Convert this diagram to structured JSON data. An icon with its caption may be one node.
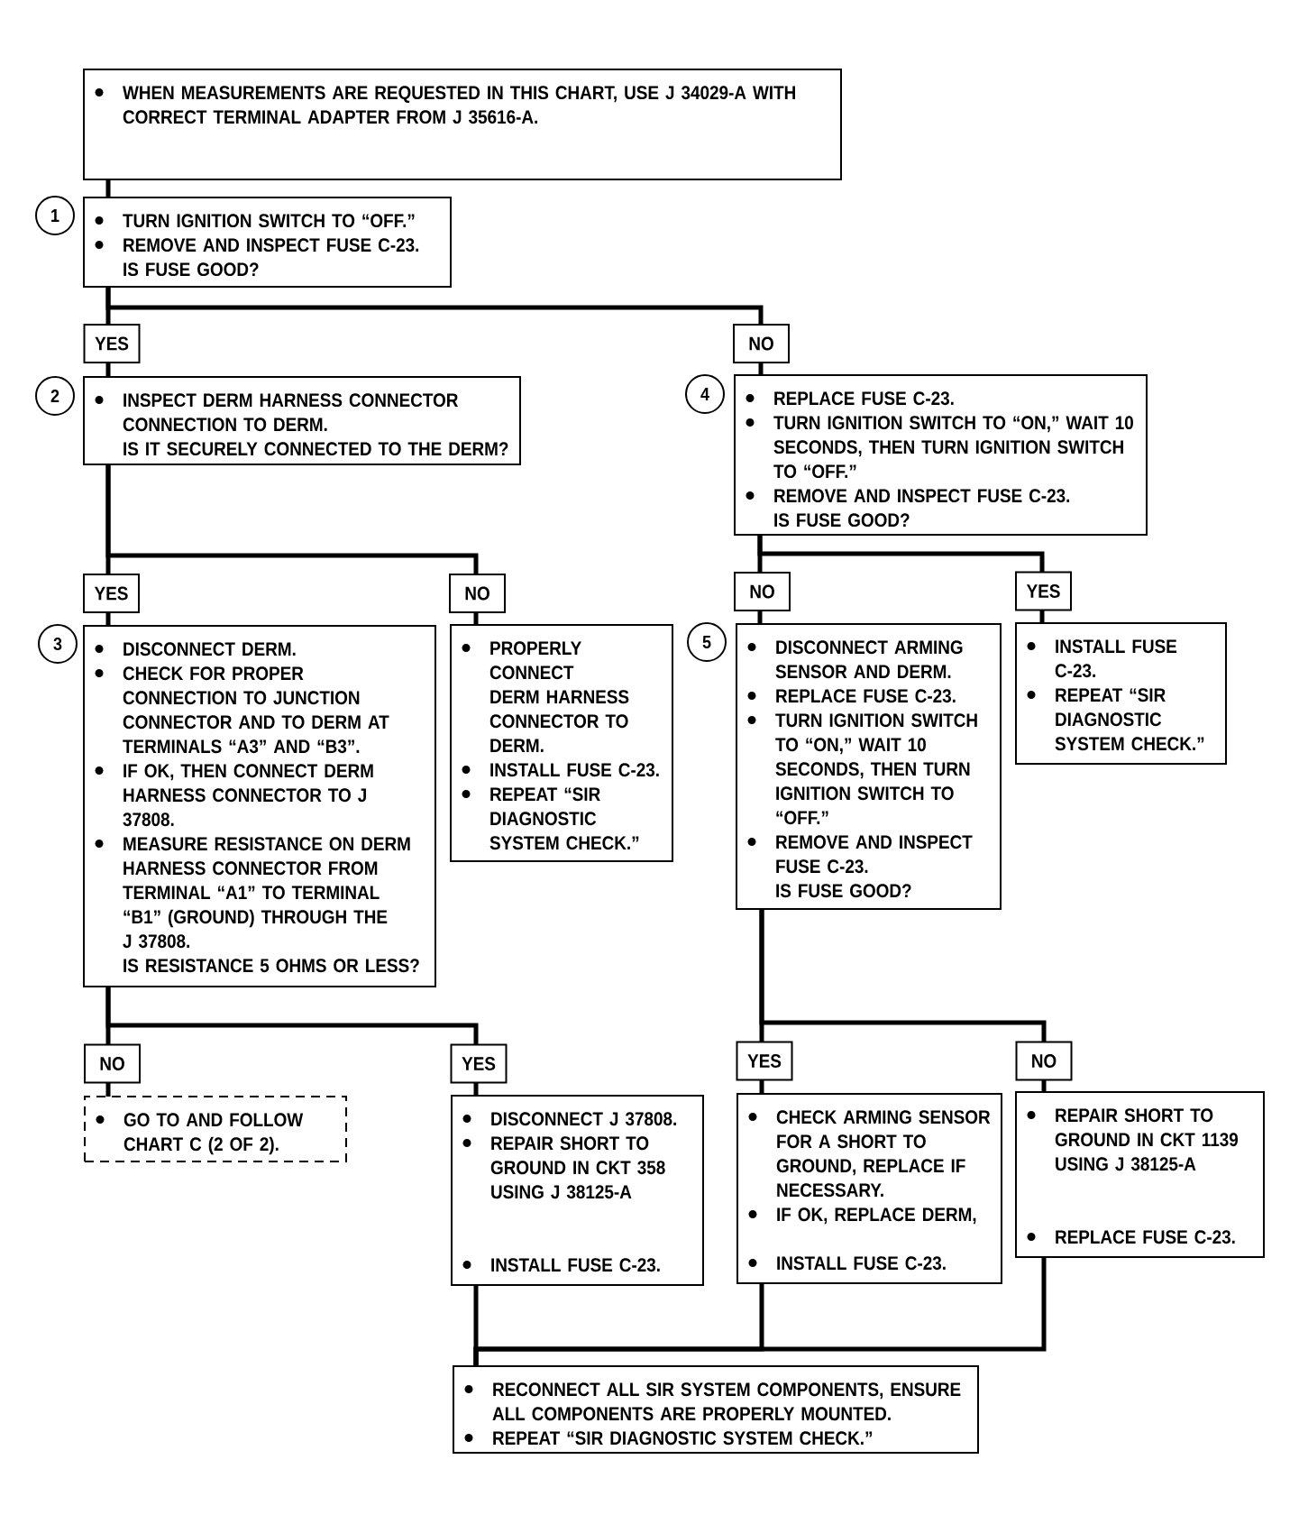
{
  "diagram": {
    "nodes": [
      {
        "text": [
          "WHEN MEASUREMENTS ARE REQUESTED IN THIS CHART, USE J 34029-A WITH CORRECT TERMINAL ADAPTER FROM J 35616-A."
        ]
      },
      {
        "text": [
          "TURN IGNITION SWITCH TO “OFF.”",
          "REMOVE AND INSPECT FUSE C-23.",
          "IS FUSE GOOD?"
        ],
        "beside": [
          "1"
        ]
      },
      {
        "text": [
          "YES"
        ]
      },
      {
        "text": [
          "NO"
        ]
      },
      {
        "text": [
          "INSPECT DERM HARNESS CONNECTOR CONNECTION TO DERM.",
          "IS IT SECURELY CONNECTED TO THE DERM?"
        ],
        "beside": [
          "2"
        ]
      },
      {
        "text": [
          "REPLACE FUSE C-23.",
          "TURN IGNITION SWITCH TO “ON,” WAIT 10 SECONDS, THEN TURN IGNITION SWITCH TO “OFF.”",
          "REMOVE AND INSPECT FUSE C-23.",
          "IS FUSE GOOD?"
        ],
        "beside": [
          "4"
        ]
      },
      {
        "text": [
          "YES"
        ]
      },
      {
        "text": [
          "NO"
        ]
      },
      {
        "text": [
          "NO"
        ]
      },
      {
        "text": [
          "YES"
        ]
      },
      {
        "text": [
          "DISCONNECT DERM.",
          "CHECK FOR PROPER CONNECTION TO JUNCTION CONNECTOR AND TO DERM AT TERMINALS “A3” AND “B3”.",
          "IF OK, THEN CONNECT DERM HARNESS CONNECTOR TO J 37808.",
          "MEASURE RESISTANCE ON DERM HARNESS CONNECTOR FROM TERMINAL “A1” TO TERMINAL “B1” (GROUND) THROUGH THE J 37808.",
          "IS RESISTANCE 5 OHMS OR LESS?"
        ],
        "beside": [
          "3"
        ]
      },
      {
        "text": [
          "PROPERLY CONNECT DERM HARNESS CONNECTOR TO DERM.",
          "INSTALL FUSE C-23.",
          "REPEAT “SIR DIAGNOSTIC SYSTEM CHECK.”"
        ]
      },
      {
        "text": [
          "DISCONNECT ARMING SENSOR AND DERM.",
          "REPLACE FUSE C-23.",
          "TURN IGNITION SWITCH TO “ON,” WAIT 10 SECONDS, THEN TURN IGNITION SWITCH TO “OFF.”",
          "REMOVE AND INSPECT FUSE C-23.",
          "IS FUSE GOOD?"
        ],
        "beside": [
          "5"
        ]
      },
      {
        "text": [
          "INSTALL FUSE C-23.",
          "REPEAT “SIR DIAGNOSTIC SYSTEM CHECK.”"
        ]
      },
      {
        "text": [
          "NO"
        ]
      },
      {
        "text": [
          "YES"
        ]
      },
      {
        "text": [
          "YES"
        ]
      },
      {
        "text": [
          "NO"
        ]
      },
      {
        "text": [
          "GO TO AND FOLLOW CHART C (2 OF 2)."
        ]
      },
      {
        "text": [
          "DISCONNECT J 37808.",
          "REPAIR SHORT TO GROUND IN CKT 358 USING J 38125-A",
          "INSTALL FUSE C-23."
        ]
      },
      {
        "text": [
          "CHECK ARMING SENSOR FOR A SHORT TO GROUND, REPLACE IF NECESSARY.",
          "IF OK, REPLACE DERM,",
          "INSTALL FUSE C-23."
        ]
      },
      {
        "text": [
          "REPAIR SHORT TO GROUND IN CKT 1139 USING J 38125-A",
          "REPLACE FUSE C-23."
        ]
      },
      {
        "text": [
          "RECONNECT ALL SIR SYSTEM COMPONENTS, ENSURE ALL COMPONENTS ARE PROPERLY MOUNTED.",
          "REPEAT “SIR DIAGNOSTIC SYSTEM CHECK.”"
        ]
      }
    ],
    "edges": [
      {
        "from": 0,
        "to": 1,
        "arrow": "none"
      },
      {
        "from": 1,
        "to": 2,
        "arrow": "none"
      },
      {
        "from": 1,
        "to": 3,
        "arrow": "none"
      },
      {
        "from": 2,
        "to": 4,
        "arrow": "none"
      },
      {
        "from": 3,
        "to": 5,
        "arrow": "none"
      },
      {
        "from": 4,
        "to": 6,
        "arrow": "none"
      },
      {
        "from": 4,
        "to": 7,
        "arrow": "none"
      },
      {
        "from": 5,
        "to": 8,
        "arrow": "none"
      },
      {
        "from": 5,
        "to": 9,
        "arrow": "none"
      },
      {
        "from": 6,
        "to": 10,
        "arrow": "none"
      },
      {
        "from": 7,
        "to": 11,
        "arrow": "none"
      },
      {
        "from": 8,
        "to": 12,
        "arrow": "none"
      },
      {
        "from": 9,
        "to": 13,
        "arrow": "none"
      },
      {
        "from": 10,
        "to": 14,
        "arrow": "none"
      },
      {
        "from": 10,
        "to": 15,
        "arrow": "none"
      },
      {
        "from": 12,
        "to": 16,
        "arrow": "none"
      },
      {
        "from": 12,
        "to": 17,
        "arrow": "none"
      },
      {
        "from": 14,
        "to": 18,
        "arrow": "none"
      },
      {
        "from": 15,
        "to": 19,
        "arrow": "none"
      },
      {
        "from": 16,
        "to": 20,
        "arrow": "none"
      },
      {
        "from": 17,
        "to": 21,
        "arrow": "none"
      },
      {
        "from": 19,
        "to": 22,
        "arrow": "none"
      },
      {
        "from": 20,
        "to": 22,
        "arrow": "none"
      },
      {
        "from": 21,
        "to": 22,
        "arrow": "none"
      }
    ]
  }
}
